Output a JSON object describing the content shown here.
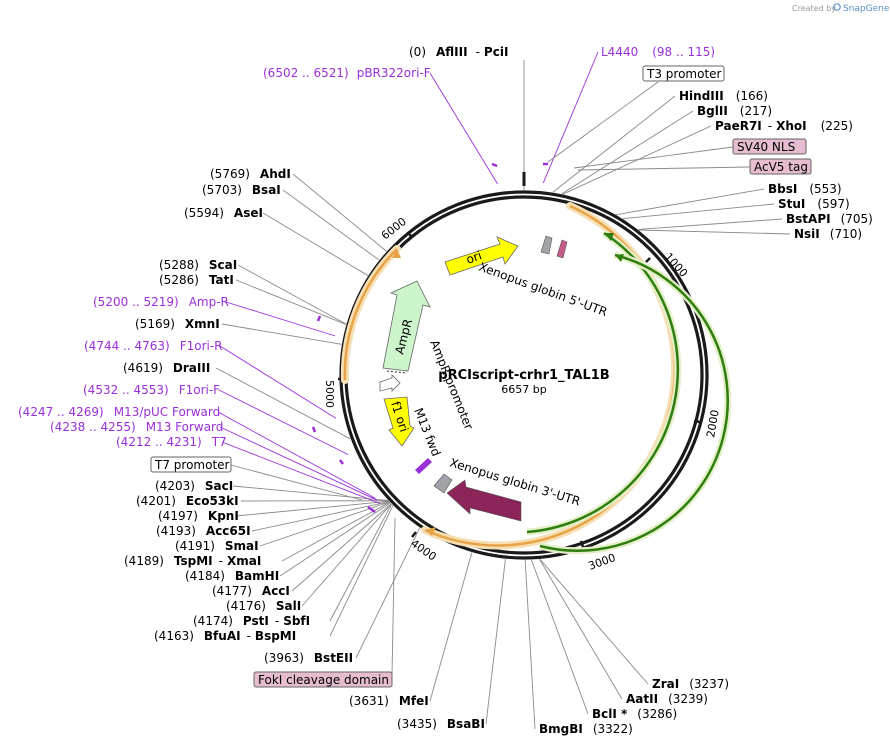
{
  "credit": {
    "text": "Created by",
    "brand": "SnapGene"
  },
  "plasmid": {
    "name": "pRCIscript-crhr1_TAL1B",
    "length": "6657 bp",
    "bp": 6657
  },
  "ticks": [
    "1000",
    "2000",
    "3000",
    "4000",
    "5000",
    "6000"
  ],
  "sites": [
    {
      "id": "afliii",
      "pos": "(0)",
      "name": "AflIII",
      "alt": "PciI",
      "loc": 0
    },
    {
      "id": "hindiii",
      "pos": "(166)",
      "name": "HindIII",
      "alt": "",
      "loc": 166
    },
    {
      "id": "bglii",
      "pos": "(217)",
      "name": "BglII",
      "alt": "",
      "loc": 217
    },
    {
      "id": "paer7i",
      "pos": "(225)",
      "name": "PaeR7I",
      "alt": "XhoI",
      "loc": 225
    },
    {
      "id": "bbsi",
      "pos": "(553)",
      "name": "BbsI",
      "alt": "",
      "loc": 553
    },
    {
      "id": "stui",
      "pos": "(597)",
      "name": "StuI",
      "alt": "",
      "loc": 597
    },
    {
      "id": "bstapi",
      "pos": "(705)",
      "name": "BstAPI",
      "alt": "",
      "loc": 705
    },
    {
      "id": "nsii",
      "pos": "(710)",
      "name": "NsiI",
      "alt": "",
      "loc": 710
    },
    {
      "id": "zrai",
      "pos": "(3237)",
      "name": "ZraI",
      "alt": "",
      "loc": 3237
    },
    {
      "id": "aatii",
      "pos": "(3239)",
      "name": "AatII",
      "alt": "",
      "loc": 3239
    },
    {
      "id": "bcli",
      "pos": "(3286)",
      "name": "BclI *",
      "alt": "",
      "loc": 3286
    },
    {
      "id": "bmgbi",
      "pos": "(3322)",
      "name": "BmgBI",
      "alt": "",
      "loc": 3322
    },
    {
      "id": "bsabi",
      "pos": "(3435)",
      "name": "BsaBI",
      "alt": "",
      "loc": 3435
    },
    {
      "id": "mfei",
      "pos": "(3631)",
      "name": "MfeI",
      "alt": "",
      "loc": 3631
    },
    {
      "id": "bsteii",
      "pos": "(3963)",
      "name": "BstEII",
      "alt": "",
      "loc": 3963
    },
    {
      "id": "bfuai",
      "pos": "(4163)",
      "name": "BfuAI",
      "alt": "BspMI",
      "loc": 4163
    },
    {
      "id": "psti",
      "pos": "(4174)",
      "name": "PstI",
      "alt": "SbfI",
      "loc": 4174
    },
    {
      "id": "sali",
      "pos": "(4176)",
      "name": "SalI",
      "alt": "",
      "loc": 4176
    },
    {
      "id": "acci",
      "pos": "(4177)",
      "name": "AccI",
      "alt": "",
      "loc": 4177
    },
    {
      "id": "bamhi",
      "pos": "(4184)",
      "name": "BamHI",
      "alt": "",
      "loc": 4184
    },
    {
      "id": "tspmi",
      "pos": "(4189)",
      "name": "TspMI",
      "alt": "XmaI",
      "loc": 4189
    },
    {
      "id": "smai",
      "pos": "(4191)",
      "name": "SmaI",
      "alt": "",
      "loc": 4191
    },
    {
      "id": "acc65i",
      "pos": "(4193)",
      "name": "Acc65I",
      "alt": "",
      "loc": 4193
    },
    {
      "id": "kpni",
      "pos": "(4197)",
      "name": "KpnI",
      "alt": "",
      "loc": 4197
    },
    {
      "id": "eco53ki",
      "pos": "(4201)",
      "name": "Eco53kI",
      "alt": "",
      "loc": 4201
    },
    {
      "id": "saci",
      "pos": "(4203)",
      "name": "SacI",
      "alt": "",
      "loc": 4203
    },
    {
      "id": "drai",
      "pos": "(4619)",
      "name": "DraIII",
      "alt": "",
      "loc": 4619
    },
    {
      "id": "xmni",
      "pos": "(5169)",
      "name": "XmnI",
      "alt": "",
      "loc": 5169
    },
    {
      "id": "tati",
      "pos": "(5286)",
      "name": "TatI",
      "alt": "",
      "loc": 5286
    },
    {
      "id": "scai",
      "pos": "(5288)",
      "name": "ScaI",
      "alt": "",
      "loc": 5288
    },
    {
      "id": "asei",
      "pos": "(5594)",
      "name": "AseI",
      "alt": "",
      "loc": 5594
    },
    {
      "id": "bsai",
      "pos": "(5703)",
      "name": "BsaI",
      "alt": "",
      "loc": 5703
    },
    {
      "id": "ahdi",
      "pos": "(5769)",
      "name": "AhdI",
      "alt": "",
      "loc": 5769
    }
  ],
  "primers": [
    {
      "id": "l4440",
      "name": "L4440",
      "range": "(98 .. 115)",
      "loc": 106
    },
    {
      "id": "pbr322",
      "name": "pBR322ori-F",
      "range": "(6502 .. 6521)",
      "loc": 6511
    },
    {
      "id": "ampr",
      "name": "Amp-R",
      "range": "(5200 .. 5219)",
      "loc": 5209
    },
    {
      "id": "f1orir",
      "name": "F1ori-R",
      "range": "(4744 .. 4763)",
      "loc": 4753
    },
    {
      "id": "f1orif",
      "name": "F1ori-F",
      "range": "(4532 .. 4553)",
      "loc": 4542
    },
    {
      "id": "m13puc",
      "name": "M13/pUC Forward",
      "range": "(4247 .. 4269)",
      "loc": 4258
    },
    {
      "id": "m13fwd",
      "name": "M13 Forward",
      "range": "(4238 .. 4255)",
      "loc": 4246
    },
    {
      "id": "t7",
      "name": "T7",
      "range": "(4212 .. 4231)",
      "loc": 4221
    }
  ],
  "boxes": {
    "t3": "T3 promoter",
    "sv40": "SV40 NLS",
    "acv5": "AcV5 tag",
    "t7": "T7 promoter",
    "foki": "FokI cleavage domain"
  },
  "features": {
    "ori": "ori",
    "ampr": "AmpR",
    "amprprom": "AmpR promoter",
    "f1ori": "f1 ori",
    "m13fwd": "M13 fwd",
    "xg5": "Xenopus globin 5'-UTR",
    "xg3": "Xenopus globin 3'-UTR"
  },
  "colors": {
    "backbone": "#1a1a1a",
    "orange": "#e8a347",
    "green": "#2e7d0e",
    "primer": "#9b30d9",
    "ori": "#ffff00",
    "ampr": "#ccf5cc",
    "xg3": "#8b2458",
    "box_pink": "#e6bcd0"
  }
}
